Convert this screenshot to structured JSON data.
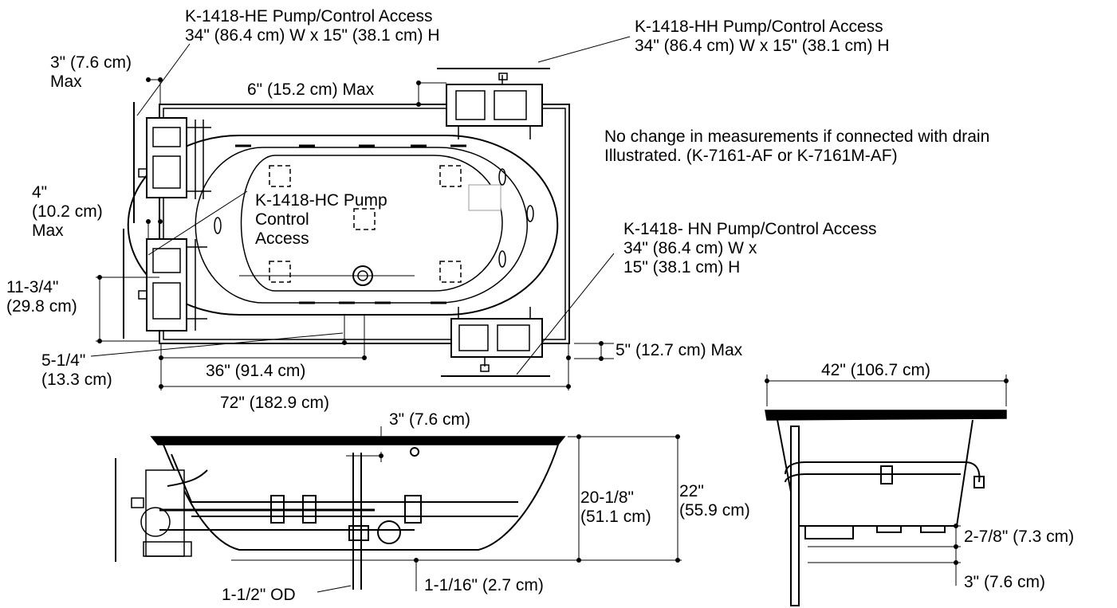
{
  "top_view": {
    "he_access": {
      "title": "K-1418-HE Pump/Control Access",
      "size": "34\" (86.4 cm) W x 15\" (38.1 cm) H"
    },
    "hh_access": {
      "title": "K-1418-HH Pump/Control Access",
      "size": "34\" (86.4 cm) W x 15\" (38.1 cm) H"
    },
    "hn_access": {
      "line1": "K-1418- HN Pump/Control Access",
      "line2": "34\" (86.4 cm) W x",
      "line3": "15\" (38.1 cm) H"
    },
    "hc_access": {
      "line1": "K-1418-HC Pump",
      "line2": "Control",
      "line3": "Access"
    },
    "note": {
      "line1": "No change in measurements if connected with drain",
      "line2": "Illustrated. (K-7161-AF or K-7161M-AF)"
    },
    "dim_3in_max": {
      "line1": "3\" (7.6 cm)",
      "line2": "Max"
    },
    "dim_6in_max": "6\" (15.2 cm) Max",
    "dim_4in_max": {
      "line1": "4\"",
      "line2": "(10.2 cm)",
      "line3": "Max"
    },
    "dim_11_3_4": {
      "line1": "11-3/4\"",
      "line2": "(29.8 cm)"
    },
    "dim_5_1_4": {
      "line1": "5-1/4\"",
      "line2": "(13.3 cm)"
    },
    "dim_36": "36\" (91.4 cm)",
    "dim_72": "72\" (182.9 cm)",
    "dim_5in_max": "5\" (12.7 cm) Max"
  },
  "front_view": {
    "dim_3in": "3\" (7.6 cm)",
    "dim_20_1_8": {
      "line1": "20-1/8\"",
      "line2": "(51.1 cm)"
    },
    "dim_22": {
      "line1": "22\"",
      "line2": "(55.9 cm)"
    },
    "dim_1_1_16": "1-1/16\" (2.7 cm)",
    "drain_od": "1-1/2\" OD"
  },
  "side_view": {
    "dim_42": "42\" (106.7 cm)",
    "dim_2_7_8": "2-7/8\" (7.3 cm)",
    "dim_3in": "3\" (7.6 cm)"
  }
}
